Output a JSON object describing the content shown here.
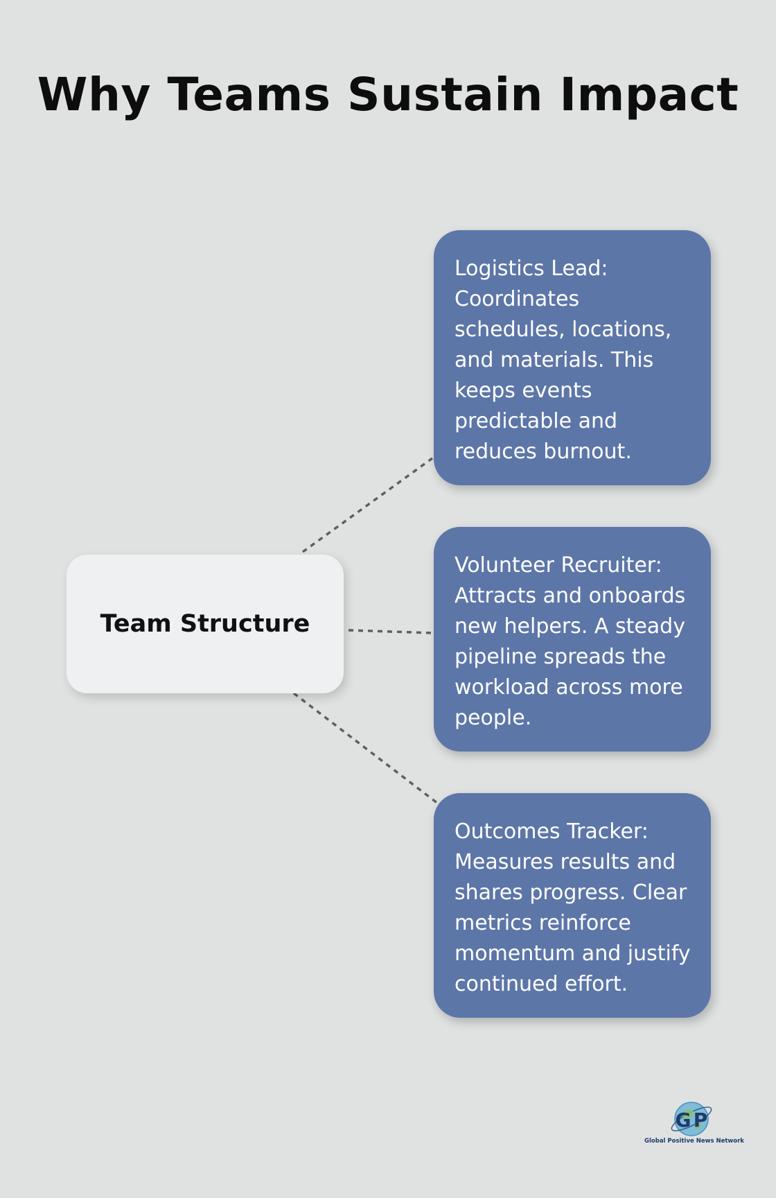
{
  "title": "Why Teams Sustain Impact",
  "center": {
    "label": "Team Structure"
  },
  "cards": [
    {
      "text": "Logistics Lead: Coordinates schedules, locations, and materials. This keeps events predictable and reduces burnout."
    },
    {
      "text": "Volunteer Recruiter: Attracts and onboards new helpers. A steady pipeline spreads the workload across more people."
    },
    {
      "text": "Outcomes Tracker: Measures results and shares progress. Clear metrics reinforce momentum and justify continued effort."
    }
  ],
  "logo": {
    "monogram_left": "G",
    "monogram_right": "P",
    "name": "Global Positive News Network"
  },
  "colors": {
    "background": "#e0e2e2",
    "card": "#5d76a8",
    "center_node": "#eff0f2",
    "connector": "#5f5f5f"
  }
}
